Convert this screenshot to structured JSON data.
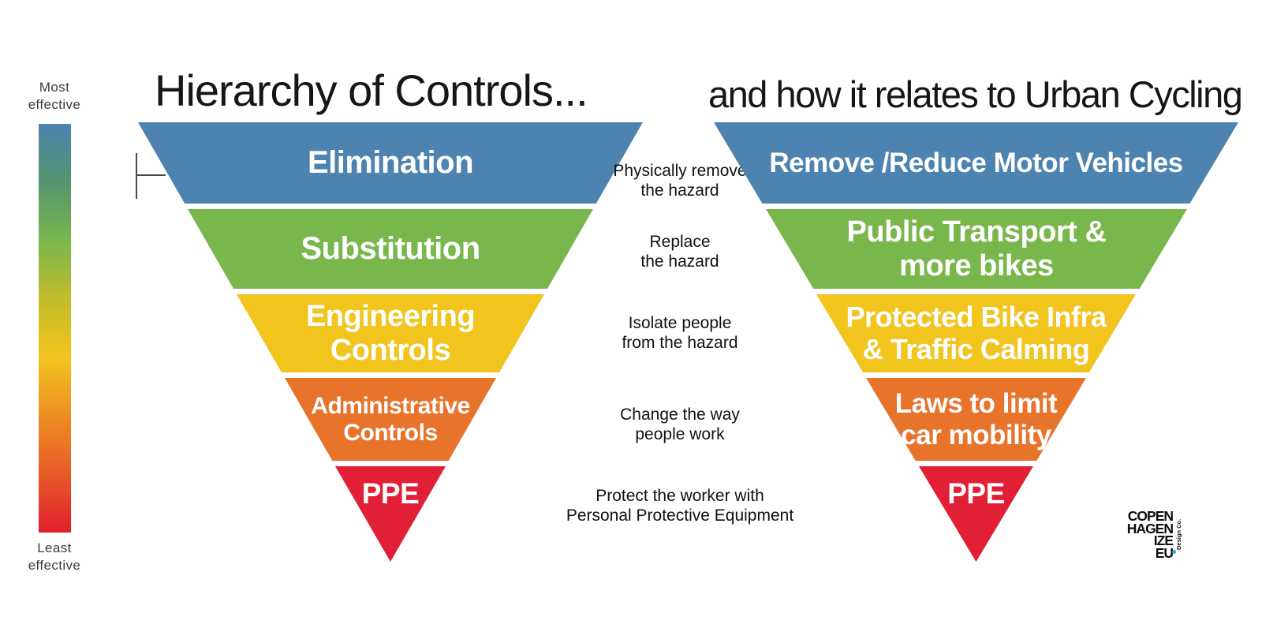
{
  "titles": {
    "left": "Hierarchy of Controls...",
    "right": "and how it relates to Urban Cycling"
  },
  "effectiveness_scale": {
    "top_label": "Most\neffective",
    "bottom_label": "Least\neffective",
    "gradient": [
      "#4d83b0",
      "#55946f",
      "#79b74d",
      "#c2bc2a",
      "#f2c41e",
      "#ee8e23",
      "#e85a28",
      "#e11f2d"
    ]
  },
  "levels": [
    {
      "color": "#4d83b0",
      "control": [
        "Elimination"
      ],
      "description": [
        "Physically remove",
        "the hazard"
      ],
      "cycling": [
        "Remove /Reduce Motor Vehicles"
      ]
    },
    {
      "color": "#79b74d",
      "control": [
        "Substitution"
      ],
      "description": [
        "Replace",
        "the hazard"
      ],
      "cycling": [
        "Public Transport &",
        "more bikes"
      ]
    },
    {
      "color": "#f2c41e",
      "control": [
        "Engineering",
        "Controls"
      ],
      "description": [
        "Isolate people",
        "from the hazard"
      ],
      "cycling": [
        "Protected Bike Infra",
        "& Traffic Calming"
      ]
    },
    {
      "color": "#e8732b",
      "control": [
        "Administrative",
        "Controls"
      ],
      "description": [
        "Change the way",
        "people work"
      ],
      "cycling": [
        "Laws to limit",
        "car mobility"
      ]
    },
    {
      "color": "#e11f37",
      "control": [
        "PPE"
      ],
      "description": [
        "Protect the worker with",
        "Personal Protective Equipment"
      ],
      "cycling": [
        "PPE"
      ]
    }
  ],
  "logo": {
    "lines": [
      "COPEN",
      "HAGEN",
      "IZE",
      "EU"
    ],
    "subtext": "Design Co.",
    "dot_color": "#29abe2"
  }
}
